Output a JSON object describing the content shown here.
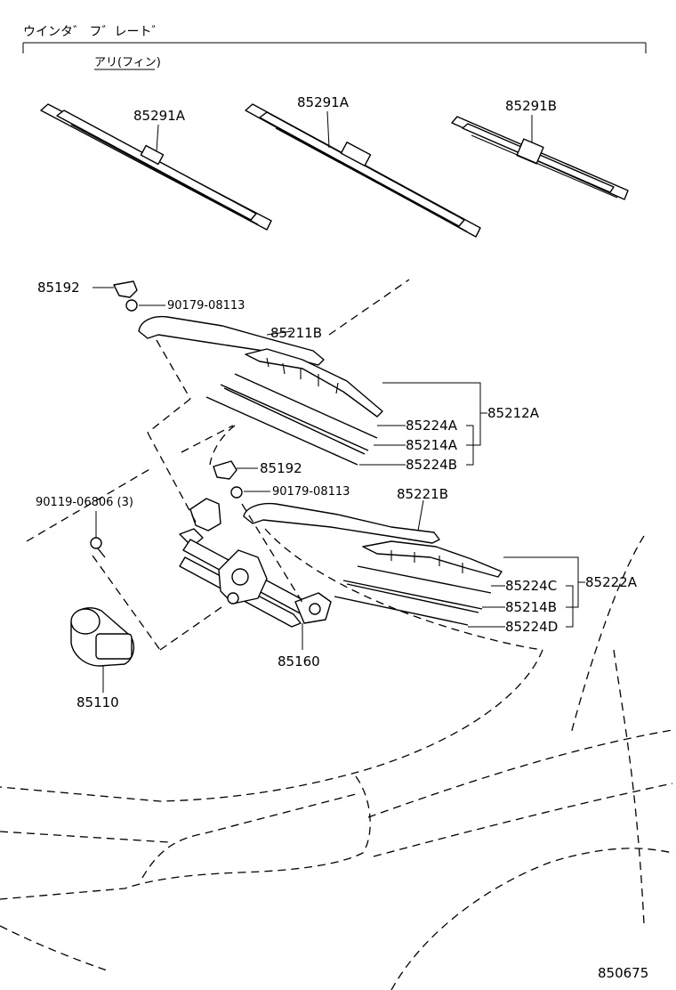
{
  "header": {
    "section_title": "ウインタ゛ フ゛レート゛",
    "option_label": "アリ(フィン)"
  },
  "diagram_id": "850675",
  "callouts": {
    "blade_1": "85291A",
    "blade_2": "85291A",
    "blade_3": "85291B",
    "cap_top": "85192",
    "nut_top": "90179-08113",
    "arm_1": "85211B",
    "blade_assy_1": "85212A",
    "insert_a": "85224A",
    "rubber_a": "85214A",
    "insert_b": "85224B",
    "cap_mid": "85192",
    "nut_mid": "90179-08113",
    "bolt": "90119-06806 (3)",
    "arm_2": "85221B",
    "blade_assy_2": "85222A",
    "insert_c": "85224C",
    "rubber_b": "85214B",
    "insert_d": "85224D",
    "link": "85160",
    "motor": "85110"
  }
}
